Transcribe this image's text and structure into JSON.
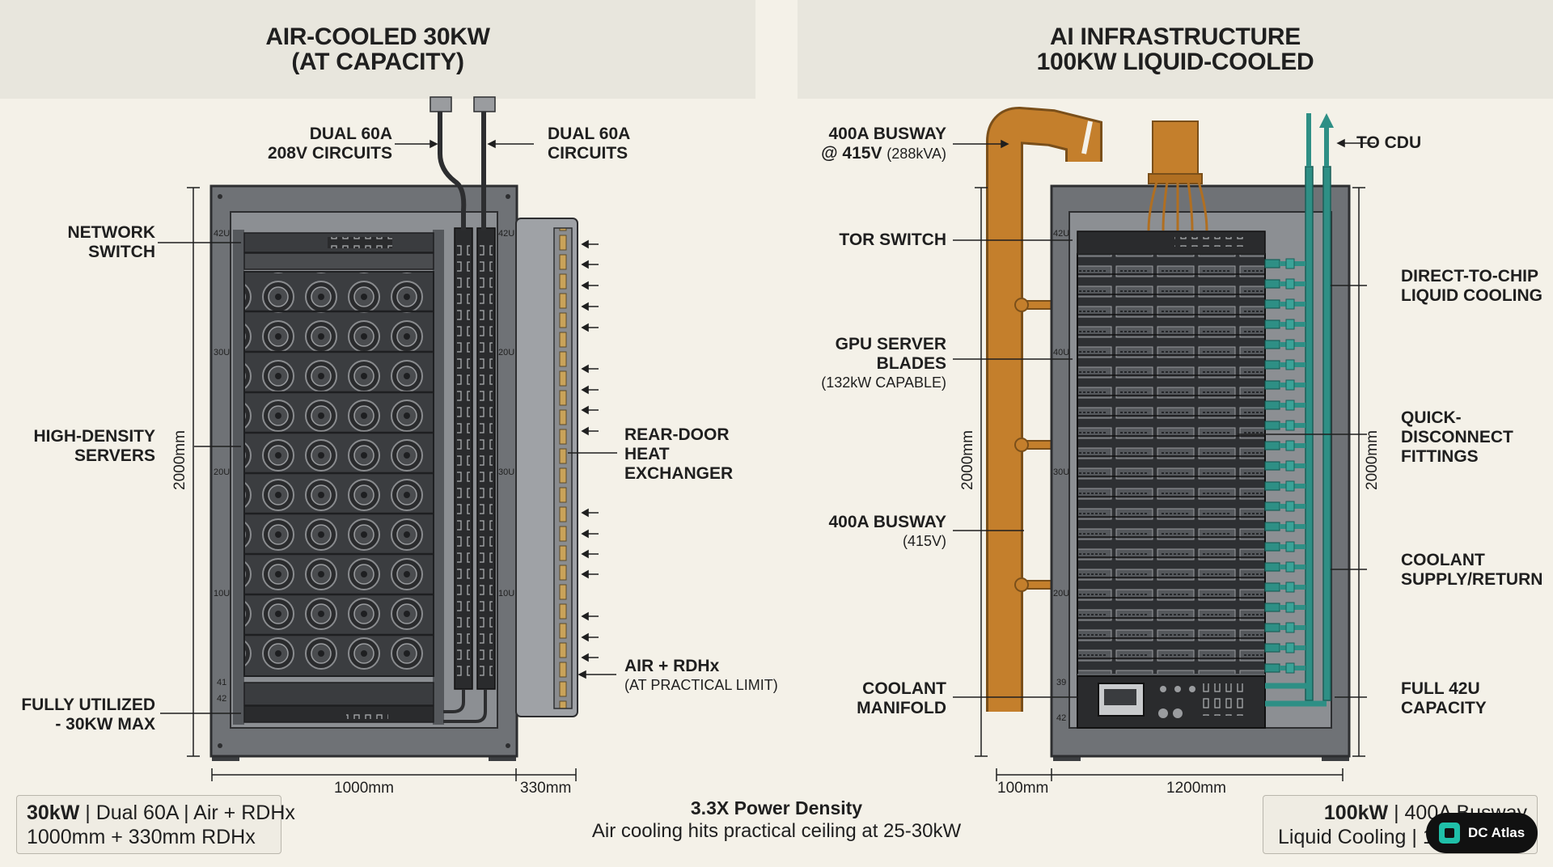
{
  "left": {
    "title_line1": "AIR-COOLED 30KW",
    "title_line2": "(AT CAPACITY)",
    "labels": {
      "dual_power_a_1": "DUAL 60A",
      "dual_power_a_2": "208V CIRCUITS",
      "dual_power_b_1": "DUAL 60A",
      "dual_power_b_2": "CIRCUITS",
      "network_switch_1": "NETWORK",
      "network_switch_2": "SWITCH",
      "servers_1": "HIGH-DENSITY",
      "servers_2": "SERVERS",
      "rdhx_1": "REAR-DOOR",
      "rdhx_2": "HEAT",
      "rdhx_3": "EXCHANGER",
      "air_1": "AIR + RDHx",
      "air_2": "(AT PRACTICAL LIMIT)",
      "utilized_1": "FULLY UTILIZED",
      "utilized_2": "- 30KW MAX"
    },
    "rack_units": {
      "u42": "42U",
      "u30": "30U",
      "u20": "20U",
      "u10": "10U",
      "u41": "41",
      "u42b": "42"
    },
    "pdu_units": {
      "u42": "42U",
      "u20": "20U",
      "u30": "30U",
      "u10": "10U"
    },
    "dims": {
      "height": "2000mm",
      "width": "1000mm",
      "rdhx_width": "330mm"
    },
    "summary_line1_bold": "30kW",
    "summary_line1_rest": " | Dual 60A | Air + RDHx",
    "summary_line2": "1000mm + 330mm RDHx"
  },
  "right": {
    "title_line1": "AI INFRASTRUCTURE",
    "title_line2": "100KW LIQUID-COOLED",
    "labels": {
      "busway_top_1": "400A BUSWAY",
      "busway_top_2": "@ 415V",
      "busway_top_3": "(288kVA)",
      "tor_switch": "TOR SWITCH",
      "gpu_1": "GPU SERVER",
      "gpu_2": "BLADES",
      "gpu_3": "(132kW CAPABLE)",
      "busway_1": "400A BUSWAY",
      "busway_2": "(415V)",
      "manifold_1": "COOLANT",
      "manifold_2": "MANIFOLD",
      "to_cdu": "TO CDU",
      "dtc_1": "DIRECT-TO-CHIP",
      "dtc_2": "LIQUID COOLING",
      "qd_1": "QUICK-",
      "qd_2": "DISCONNECT",
      "qd_3": "FITTINGS",
      "coolant_1": "COOLANT",
      "coolant_2": "SUPPLY/RETURN",
      "full_1": "FULL 42U",
      "full_2": "CAPACITY"
    },
    "rack_units": {
      "u42": "42U",
      "u40": "40U",
      "u30": "30U",
      "u20": "20U",
      "u39": "39",
      "u42b": "42"
    },
    "dims": {
      "height_left": "2000mm",
      "height_right": "2000mm",
      "busway_width": "100mm",
      "width": "1200mm"
    },
    "summary_line1_bold": "100kW",
    "summary_line1_rest": " | 400A Busway",
    "summary_line2": "Liquid Cooling | 12"
  },
  "center": {
    "line1": "3.3X Power Density",
    "line2": "Air cooling hits practical ceiling at 25-30kW"
  },
  "badge": {
    "label": "DC Atlas"
  },
  "colors": {
    "background": "#f4f1e8",
    "header": "#e8e6dd",
    "rack": "#6f7276",
    "server": "#3a3c3f",
    "busway": "#c47f2c",
    "coolant": "#2e8f85"
  }
}
